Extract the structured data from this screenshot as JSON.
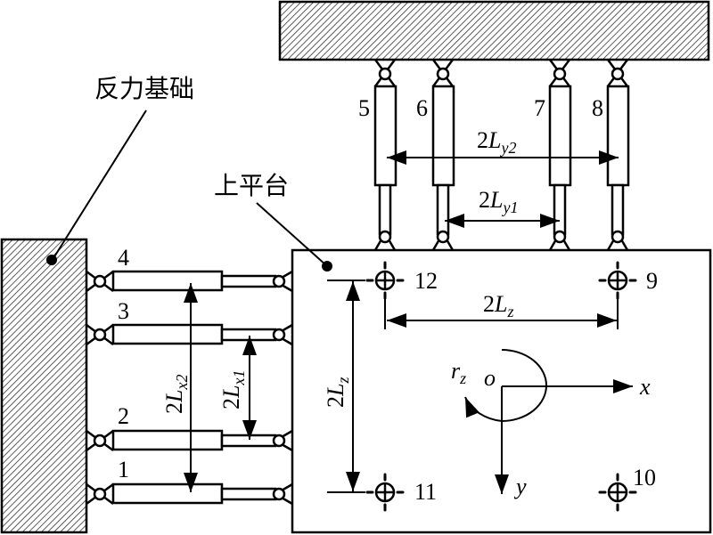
{
  "labels": {
    "reaction_foundation": "反力基础",
    "upper_platform": "上平台"
  },
  "actuators": {
    "vertical": [
      "5",
      "6",
      "7",
      "8"
    ],
    "horizontal": [
      "4",
      "3",
      "2",
      "1"
    ]
  },
  "measurement_points": [
    "12",
    "9",
    "11",
    "10"
  ],
  "dimensions": {
    "ly2": {
      "prefix": "2",
      "main": "L",
      "sub": "y2"
    },
    "ly1": {
      "prefix": "2",
      "main": "L",
      "sub": "y1"
    },
    "lx2": {
      "prefix": "2",
      "main": "L",
      "sub": "x2"
    },
    "lx1": {
      "prefix": "2",
      "main": "L",
      "sub": "x1"
    },
    "lz_h": {
      "prefix": "2",
      "main": "L",
      "sub": "z"
    },
    "lz_v": {
      "prefix": "2",
      "main": "L",
      "sub": "z"
    }
  },
  "axes": {
    "origin": "o",
    "x": "x",
    "y": "y",
    "rot_main": "r",
    "rot_sub": "z"
  }
}
